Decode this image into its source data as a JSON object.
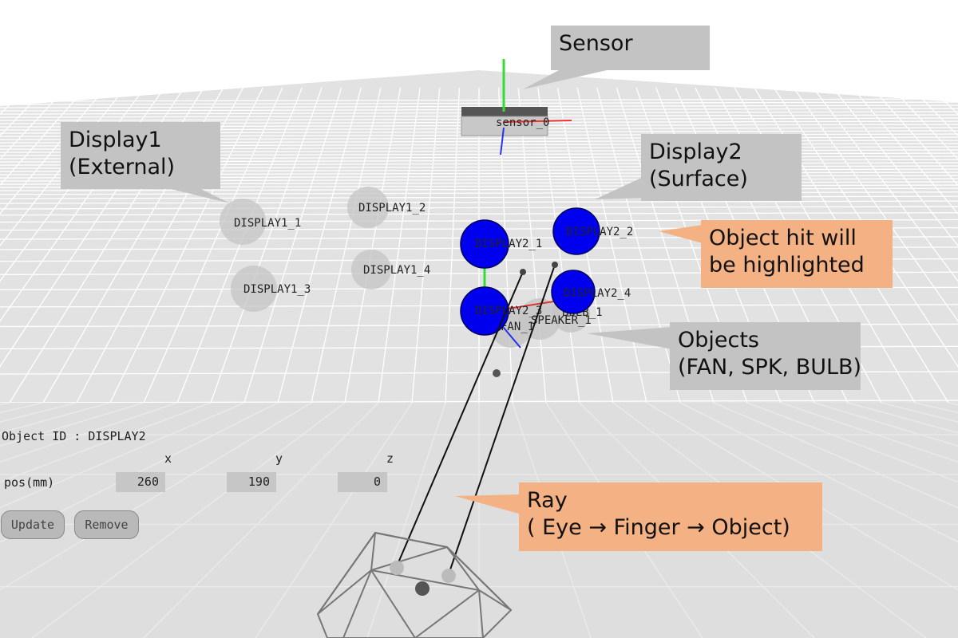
{
  "scene": {
    "sensor_label": "sensor_0",
    "displays1": [
      "DISPLAY1_1",
      "DISPLAY1_2",
      "DISPLAY1_3",
      "DISPLAY1_4"
    ],
    "displays2": [
      "DISPLAY2_1",
      "DISPLAY2_2",
      "DISPLAY2_3",
      "DISPLAY2_4"
    ],
    "objects": {
      "fan": "FAN_1",
      "speaker": "SPEAKER_1",
      "bulb": "BULB_1"
    },
    "colors": {
      "hit_sphere": "#0000ee",
      "ghost_sphere": "#bdbdbd",
      "floor": "#e4e4e4",
      "grid": "#ffffff"
    }
  },
  "callouts": {
    "sensor": "Sensor",
    "display1_line1": "Display1",
    "display1_line2": "(External)",
    "display2_line1": "Display2",
    "display2_line2": "(Surface)",
    "hit_line1": "Object hit will",
    "hit_line2": "be highlighted",
    "objects_line1": "Objects",
    "objects_line2": "(FAN, SPK, BULB)",
    "ray_line1": "Ray",
    "ray_line2": "( Eye → Finger → Object)"
  },
  "panel": {
    "object_id_text": "Object ID : DISPLAY2",
    "col_x": "x",
    "col_y": "y",
    "col_z": "z",
    "pos_label": "pos(mm)",
    "x_value": "260",
    "y_value": "190",
    "z_value": "0",
    "update_label": "Update",
    "remove_label": "Remove"
  }
}
